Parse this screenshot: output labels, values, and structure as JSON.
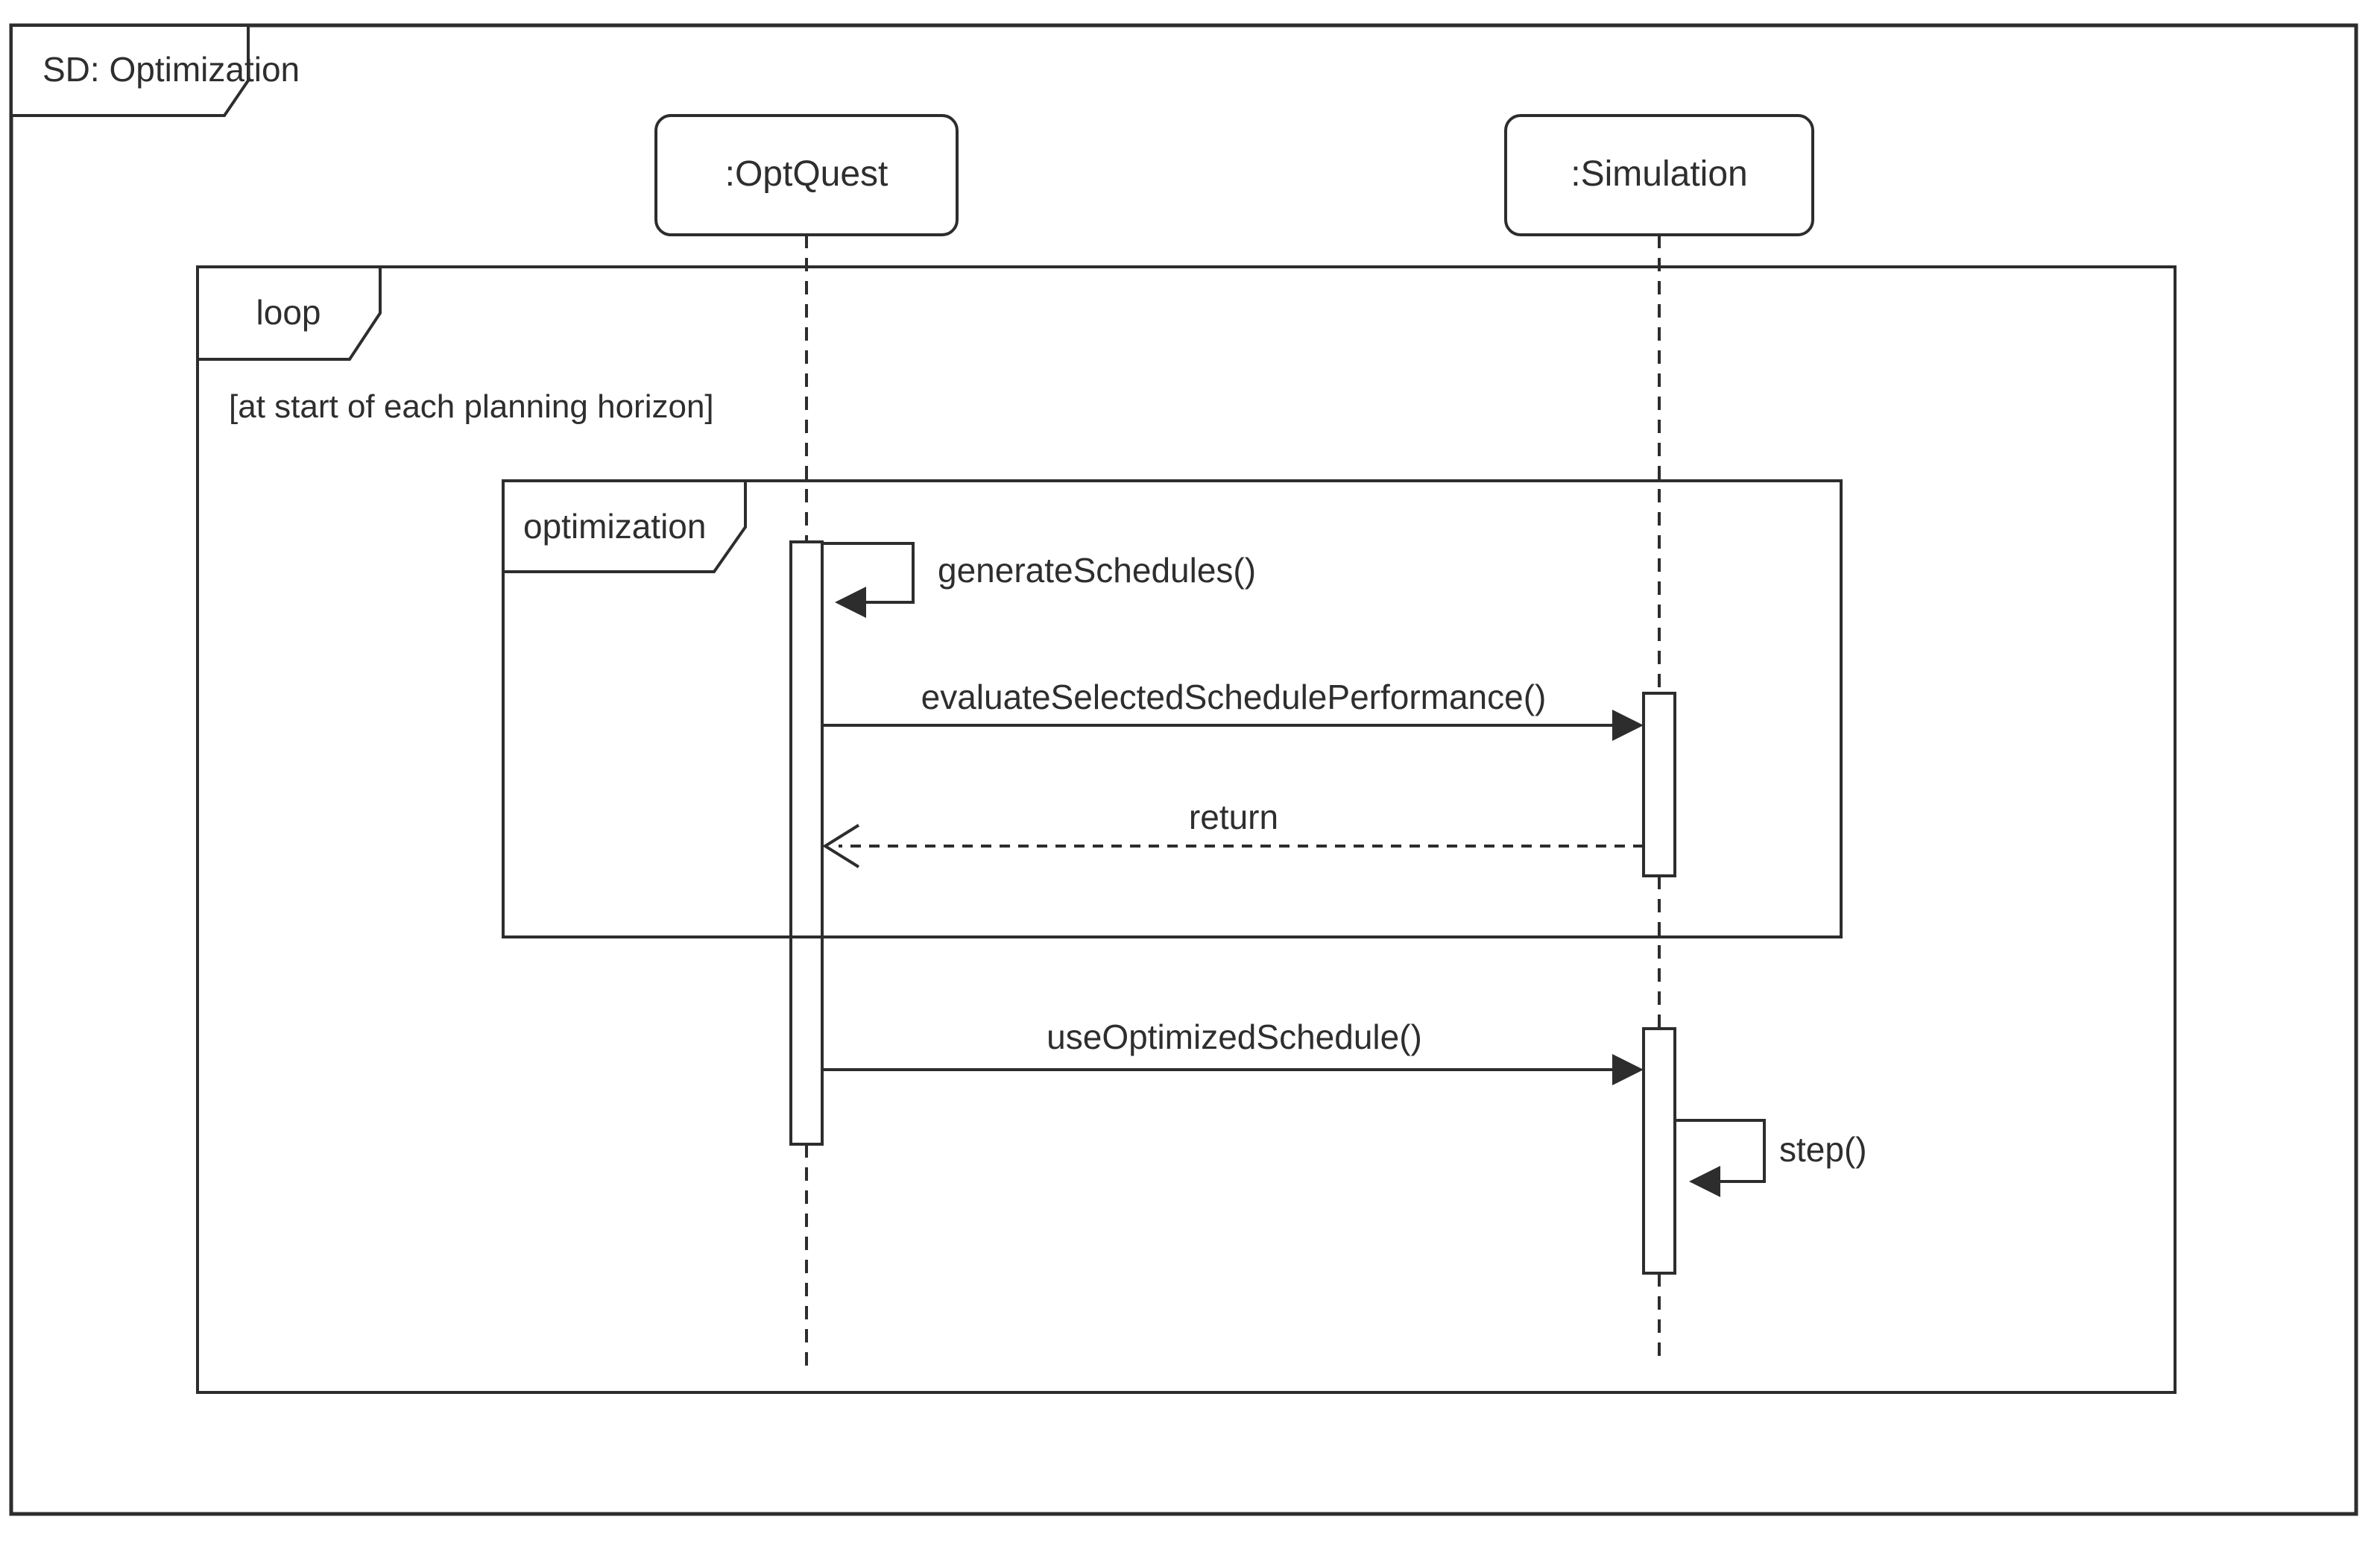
{
  "diagram": {
    "kind": "uml-sequence-diagram",
    "frame_title": "SD: Optimization",
    "lifelines": [
      {
        "name": ":OptQuest"
      },
      {
        "name": ":Simulation"
      }
    ],
    "fragments": [
      {
        "operator": "loop",
        "guard": "[at start of each planning horizon]"
      },
      {
        "operator": "optimization",
        "guard": ""
      }
    ],
    "messages": [
      {
        "label": "generateSchedules()",
        "from": ":OptQuest",
        "to": ":OptQuest",
        "kind": "self"
      },
      {
        "label": "evaluateSelectedSchedulePerformance()",
        "from": ":OptQuest",
        "to": ":Simulation",
        "kind": "sync"
      },
      {
        "label": "return",
        "from": ":Simulation",
        "to": ":OptQuest",
        "kind": "reply"
      },
      {
        "label": "useOptimizedSchedule()",
        "from": ":OptQuest",
        "to": ":Simulation",
        "kind": "sync"
      },
      {
        "label": "step()",
        "from": ":Simulation",
        "to": ":Simulation",
        "kind": "self"
      }
    ],
    "colors": {
      "line": "#2d2d2d",
      "text": "#2e2e2e",
      "background": "#ffffff"
    }
  }
}
